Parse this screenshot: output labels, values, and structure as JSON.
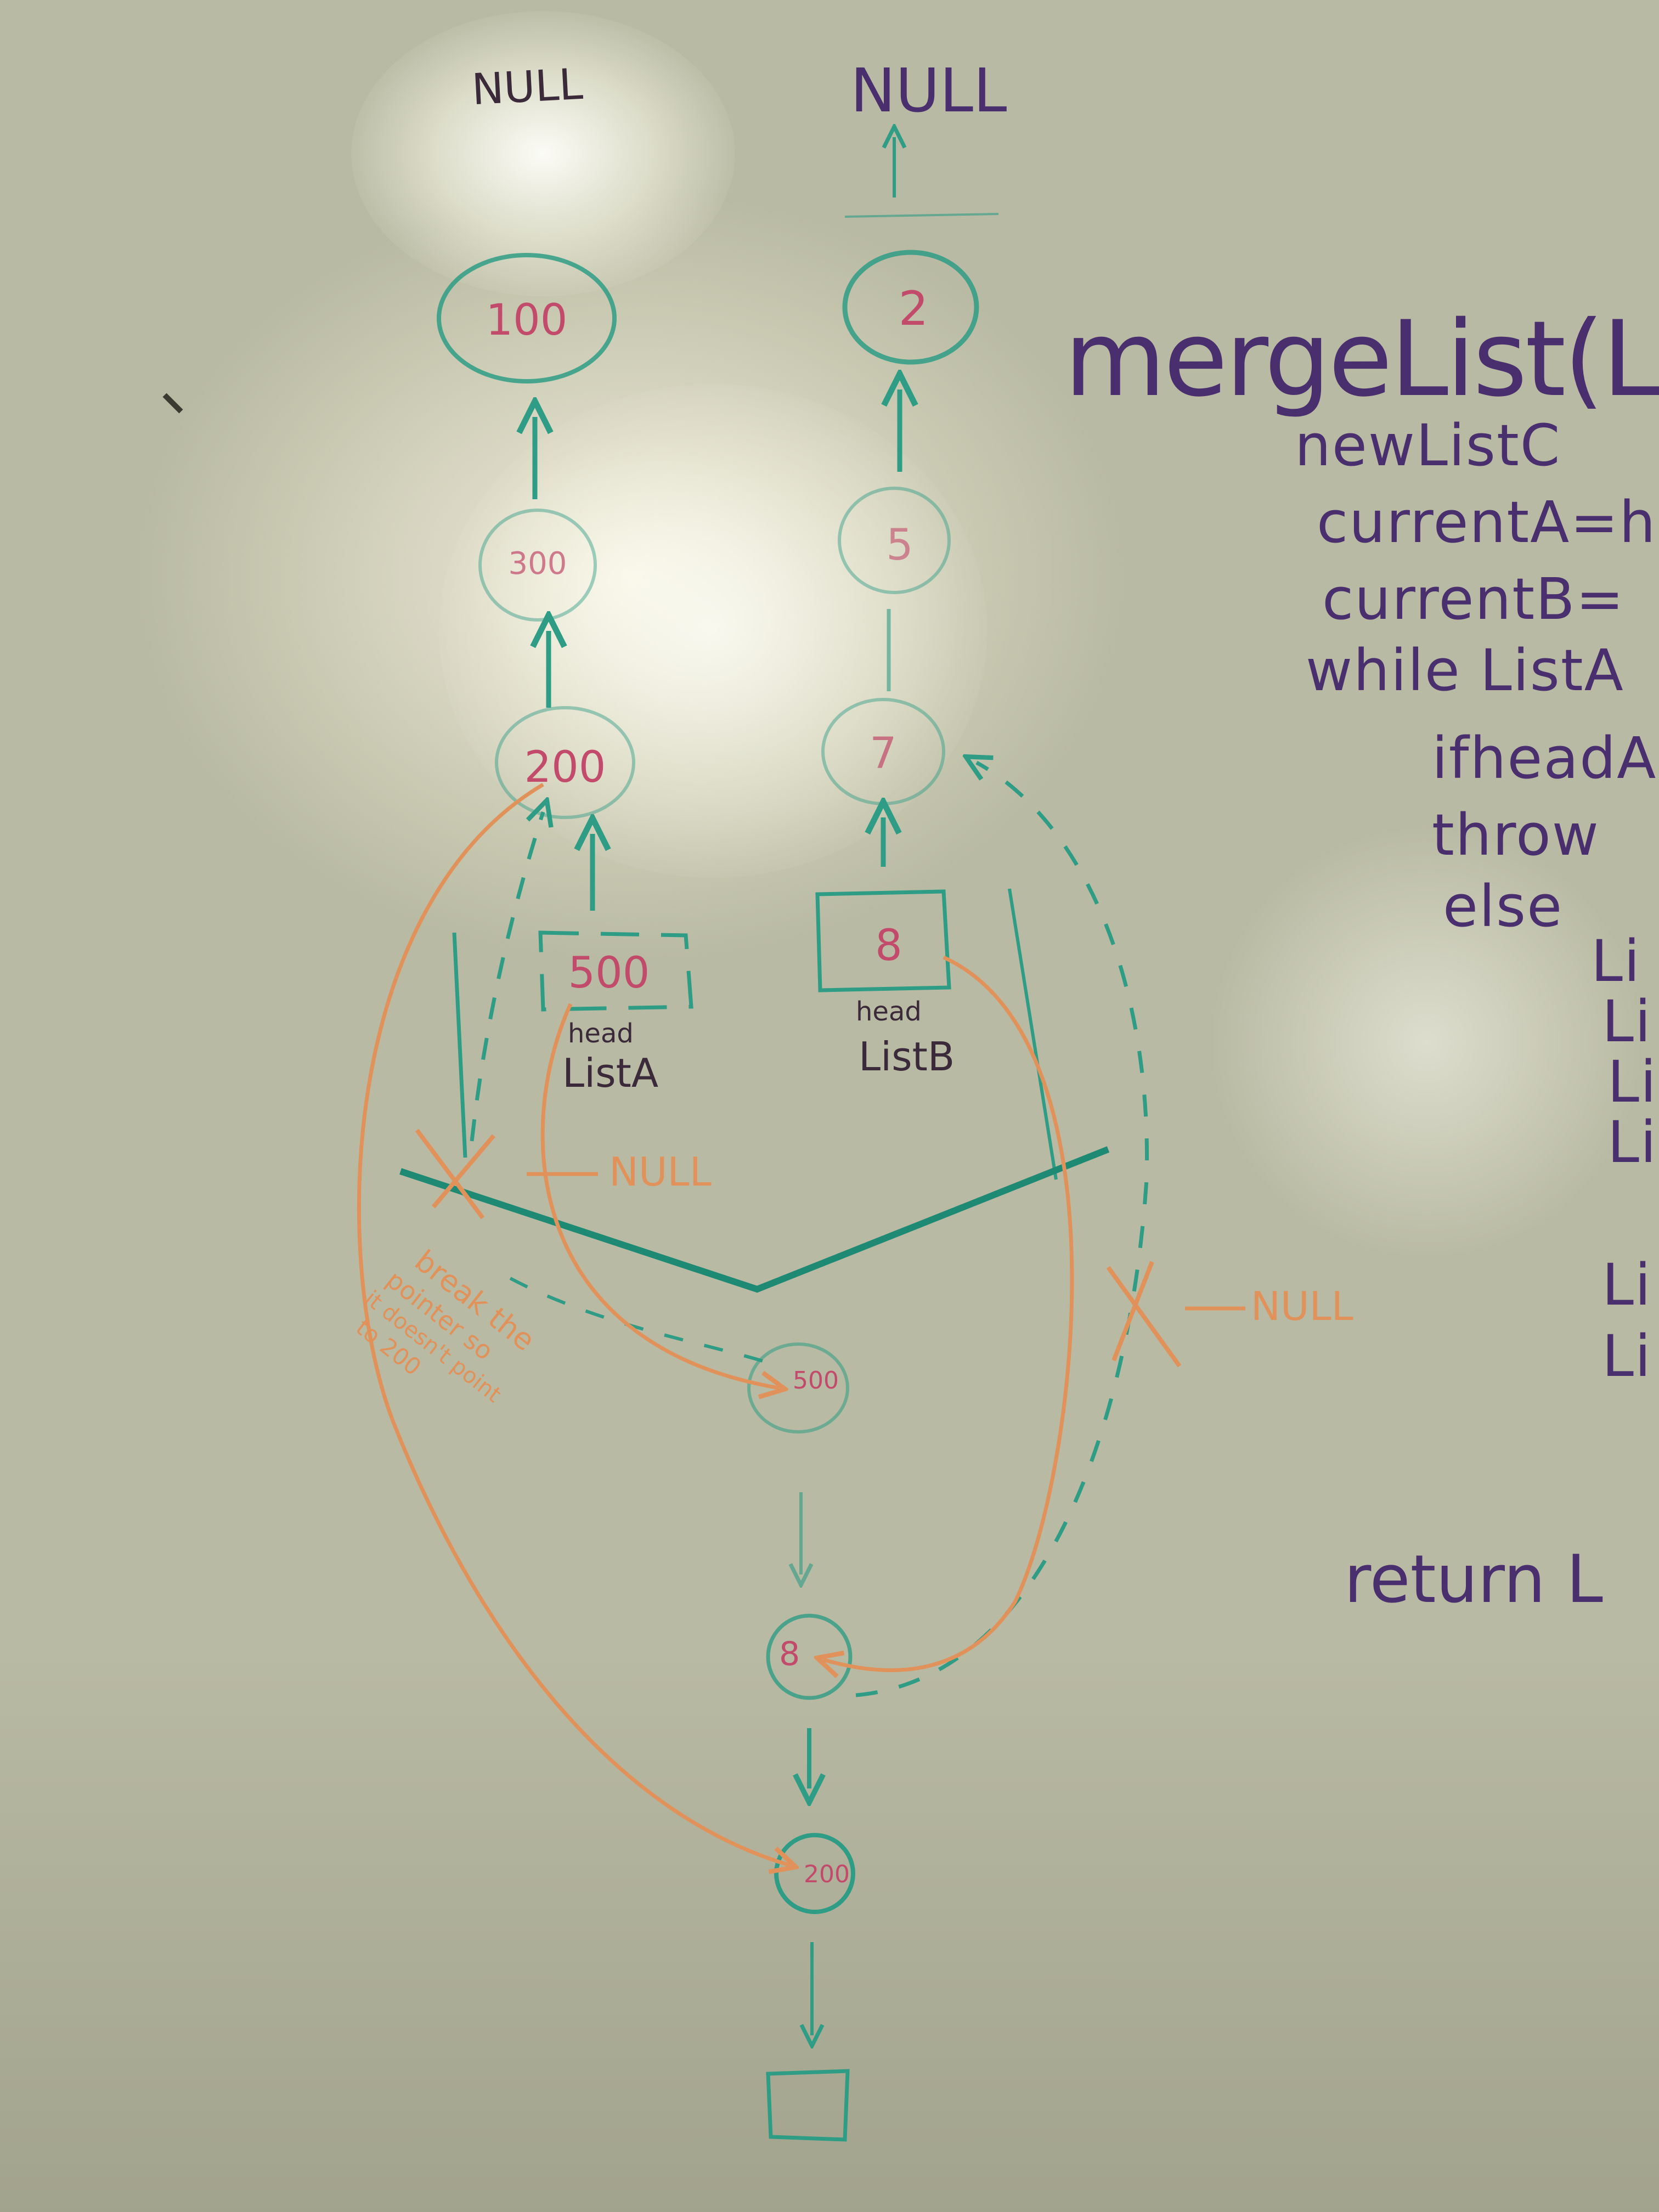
{
  "board": {
    "background": "#d6d5c0",
    "ink": {
      "teal": "#2f9c85",
      "orange": "#e0925a",
      "pink": "#c24a6a",
      "purple": "#4a2f6e"
    }
  },
  "top_labels": {
    "left_null": "NULL",
    "right_null": "NULL"
  },
  "list_a": {
    "nodes": [
      "100",
      "300",
      "200"
    ],
    "head_value": "500",
    "head_label": "head",
    "list_label": "ListA"
  },
  "list_b": {
    "nodes": [
      "2",
      "5",
      "7"
    ],
    "head_value": "8",
    "head_label": "head",
    "list_label": "ListB"
  },
  "annotations": {
    "null_left": "NULL",
    "null_right": "NULL",
    "break_note": [
      "break the",
      "pointer so",
      "it doesn't point",
      "to 200"
    ]
  },
  "merged_list": {
    "nodes": [
      "500",
      "8",
      "200"
    ]
  },
  "code": {
    "title": "mergeList(Li",
    "lines": [
      "newListC",
      "currentA=h",
      "currentB=",
      "while ListA",
      "ifheadA",
      "throw",
      "else",
      "Li",
      "Li",
      "Li",
      "Li",
      "Li",
      "Li"
    ],
    "return_line": "return L"
  }
}
